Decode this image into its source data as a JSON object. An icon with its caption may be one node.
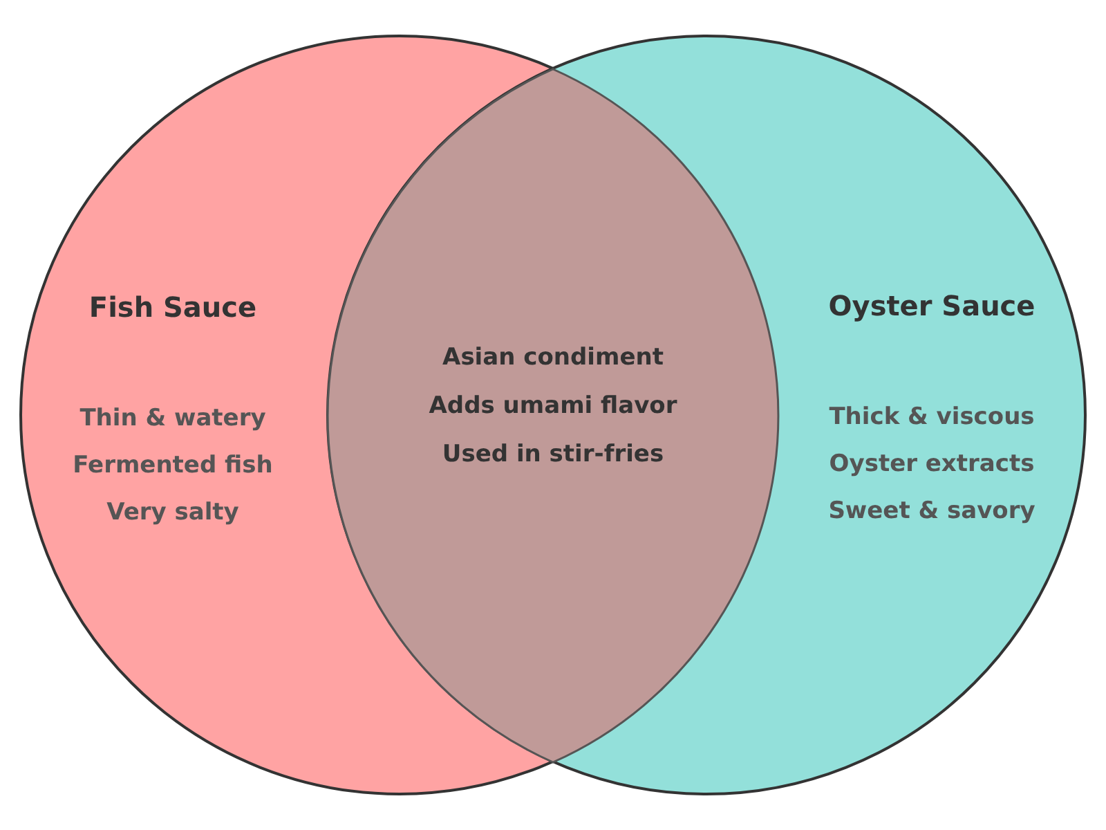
{
  "diagram": {
    "nodes": [
      {
        "text": [
          "Fish Sauce",
          "Thin & watery",
          "Fermented fish",
          "Very salty"
        ]
      },
      {
        "text": [
          "Oyster Sauce",
          "Thick & viscous",
          "Oyster extracts",
          "Sweet & savory"
        ]
      },
      {
        "text": [
          "Asian condiment",
          "Adds umami flavor",
          "Used in stir-fries"
        ]
      }
    ],
    "edges": []
  }
}
